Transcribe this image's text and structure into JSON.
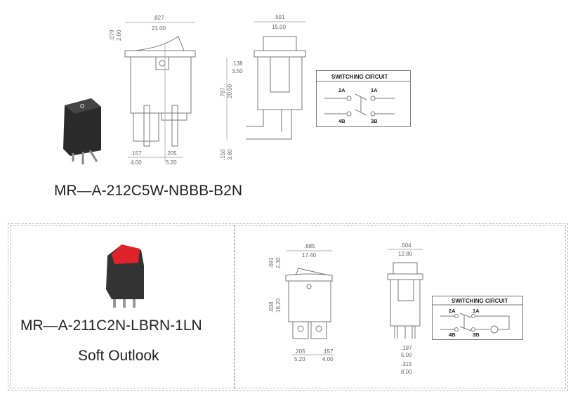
{
  "product1": {
    "model": "MR—A-212C5W-NBBB-B2N",
    "front_view": {
      "width_in": ".827",
      "width_mm": "21.00",
      "rocker_in": ".079",
      "rocker_mm": "2.00",
      "pin1_in": ".157",
      "pin1_mm": "4.00",
      "pin2_in": ".205",
      "pin2_mm": "5.20"
    },
    "side_view": {
      "width_in": ".591",
      "width_mm": "15.00",
      "offset_in": ".138",
      "offset_mm": "3.50",
      "height_in": ".787",
      "height_mm": "20.00",
      "pin_in": ".150",
      "pin_mm": "3.80"
    },
    "circuit": {
      "title": "SWITCHING CIRCUIT",
      "t1": "2A",
      "t2": "1A",
      "t3": "4B",
      "t4": "3B"
    }
  },
  "product2": {
    "model": "MR—A-211C2N-LBRN-1LN",
    "description": "Soft Outlook",
    "front_view": {
      "width_in": ".685",
      "width_mm": "17.40",
      "rocker_in": ".091",
      "rocker_mm": "2.30",
      "height_in": ".638",
      "height_mm": "16.20",
      "pin1_in": ".205",
      "pin1_mm": "5.20",
      "pin2_in": ".157",
      "pin2_mm": "4.00"
    },
    "side_view": {
      "width_in": ".504",
      "width_mm": "12.80",
      "pin1_in": ".197",
      "pin1_mm": "5.00",
      "pin2_in": ".315",
      "pin2_mm": "8.00"
    },
    "circuit": {
      "title": "SWITCHING CIRCUIT",
      "t1": "2A",
      "t2": "1A",
      "t3": "4B",
      "t4": "3B"
    }
  }
}
